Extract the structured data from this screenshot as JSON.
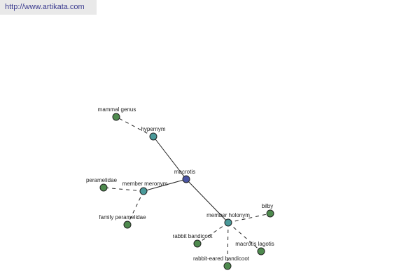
{
  "url_bar": {
    "text": "http://www.artikata.com"
  },
  "colors": {
    "center": "#4a55a4",
    "relation": "#4a9a9a",
    "term": "#4e8a4e",
    "edge": "#222222"
  },
  "graph": {
    "nodes": [
      {
        "id": "macrotis",
        "label": "macrotis",
        "kind": "center"
      },
      {
        "id": "hypernym",
        "label": "hypernym",
        "kind": "relation"
      },
      {
        "id": "member-meronym",
        "label": "member meronym",
        "kind": "relation"
      },
      {
        "id": "member-holonym",
        "label": "member holonym",
        "kind": "relation"
      },
      {
        "id": "mammal-genus",
        "label": "mammal genus",
        "kind": "term"
      },
      {
        "id": "peramelidae",
        "label": "peramelidae",
        "kind": "term"
      },
      {
        "id": "family-peramelidae",
        "label": "family peramelidae",
        "kind": "term"
      },
      {
        "id": "bilby",
        "label": "bilby",
        "kind": "term"
      },
      {
        "id": "rabbit-bandicoot",
        "label": "rabbit bandicoot",
        "kind": "term"
      },
      {
        "id": "macrotis-lagotis",
        "label": "macrotis lagotis",
        "kind": "term"
      },
      {
        "id": "rabbit-eared-bandicoot",
        "label": "rabbit-eared bandicoot",
        "kind": "term"
      }
    ],
    "edges": [
      {
        "from": "macrotis",
        "to": "hypernym",
        "style": "solid"
      },
      {
        "from": "macrotis",
        "to": "member-meronym",
        "style": "solid"
      },
      {
        "from": "macrotis",
        "to": "member-holonym",
        "style": "solid"
      },
      {
        "from": "hypernym",
        "to": "mammal-genus",
        "style": "dashed"
      },
      {
        "from": "member-meronym",
        "to": "peramelidae",
        "style": "dashed"
      },
      {
        "from": "member-meronym",
        "to": "family-peramelidae",
        "style": "dashed"
      },
      {
        "from": "member-holonym",
        "to": "bilby",
        "style": "dashed"
      },
      {
        "from": "member-holonym",
        "to": "rabbit-bandicoot",
        "style": "dashed"
      },
      {
        "from": "member-holonym",
        "to": "macrotis-lagotis",
        "style": "dashed"
      },
      {
        "from": "member-holonym",
        "to": "rabbit-eared-bandicoot",
        "style": "dashed"
      }
    ]
  }
}
